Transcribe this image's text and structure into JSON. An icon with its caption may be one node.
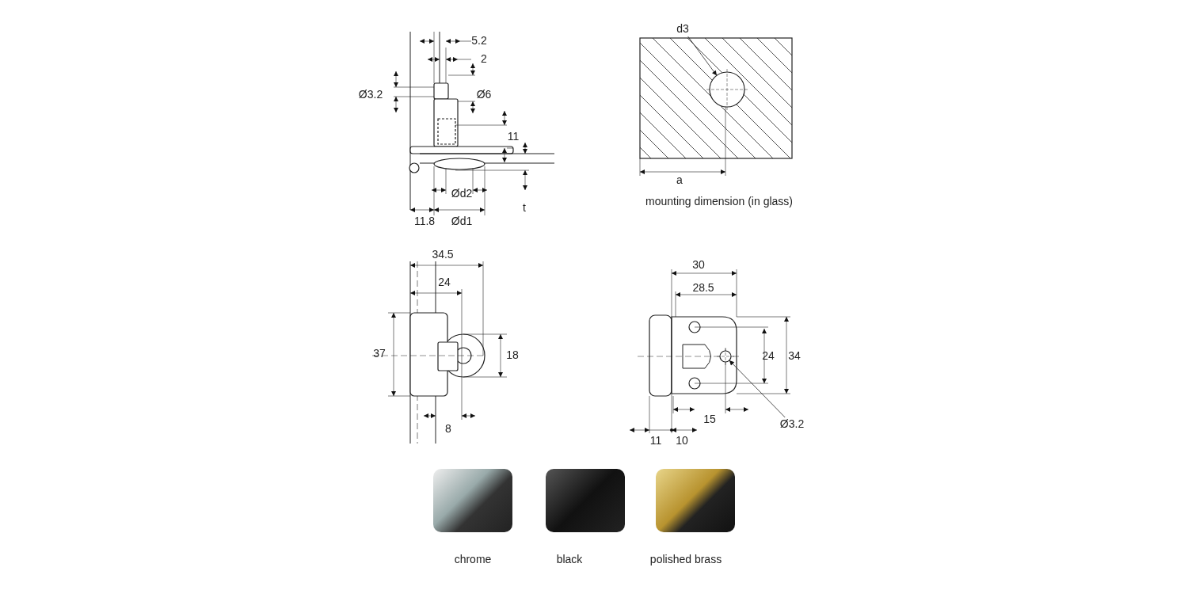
{
  "diagram": {
    "nodes": [
      {
        "text": [
          "d3"
        ]
      },
      {
        "text": [],
        "shape": "circle"
      },
      {
        "text": [
          "Ø3.2"
        ]
      },
      {
        "text": [],
        "shape": "circle"
      },
      {
        "text": [],
        "shape": "picture",
        "beside": [
          "chrome"
        ]
      },
      {
        "text": [],
        "shape": "picture",
        "beside": [
          "black"
        ]
      },
      {
        "text": [],
        "shape": "picture",
        "beside": [
          "polished brass"
        ]
      }
    ],
    "edges": [
      {
        "from": 0,
        "to": 1,
        "arrow": "to"
      },
      {
        "from": 2,
        "to": 3,
        "arrow": "to"
      }
    ],
    "labels": [
      "5.2",
      "2",
      "Ø3.2",
      "Ø6",
      "11",
      "Ød2",
      "t",
      "11.8",
      "Ød1",
      "a",
      "mounting dimension (in glass)",
      "34.5",
      "30",
      "24",
      "28.5",
      "37",
      "18",
      "24",
      "34",
      "15",
      "8",
      "11",
      "10"
    ]
  }
}
